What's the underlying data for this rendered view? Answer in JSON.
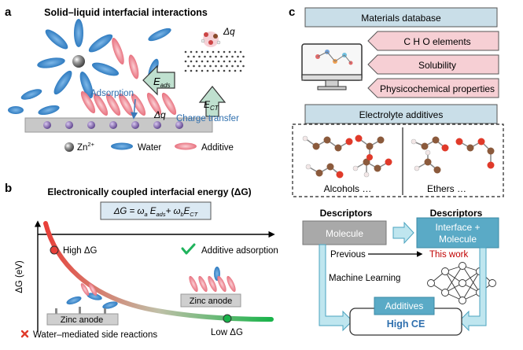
{
  "panel_a": {
    "letter": "a",
    "title": "Solid–liquid interfacial interactions",
    "delta_q_top": "Δq",
    "delta_q_bottom": "Δq",
    "adsorption_label": "Adsorption",
    "e_ads_label": "E",
    "e_ads_sub": "ads",
    "e_ct_label": "E",
    "e_ct_sub": "CT",
    "charge_transfer_label": "Charge transfer",
    "legend": {
      "zn_label": "Zn",
      "zn_sup": "2+",
      "water_label": "Water",
      "additive_label": "Additive"
    }
  },
  "panel_b": {
    "letter": "b",
    "title": "Electronically coupled interfacial energy (ΔG)",
    "equation_parts": [
      "ΔG = ω",
      "a",
      " E",
      "ads",
      "+ ω",
      "b",
      "E",
      "CT"
    ],
    "y_axis_label": "ΔG (eV)",
    "high_label": "High ΔG",
    "low_label": "Low ΔG",
    "additive_adsorption": "Additive adsorption",
    "zinc_anode_left": "Zinc anode",
    "zinc_anode_right": "Zinc anode",
    "side_reactions": "Water–mediated side reactions"
  },
  "panel_c": {
    "letter": "c",
    "materials_database": "Materials database",
    "tags": [
      "C H O  elements",
      "Solubility",
      "Physicochemical properties"
    ],
    "electrolyte_additives": "Electrolyte additives",
    "alcohols": "Alcohols …",
    "ethers": "Ethers …",
    "descriptors_left": "Descriptors",
    "descriptors_right": "Descriptors",
    "molecule_box": "Molecule",
    "interface_box_line1": "Interface +",
    "interface_box_line2": "Molecule",
    "previous": "Previous",
    "this_work": "This work",
    "machine_learning": "Machine Learning",
    "additives_box": "Additives",
    "high_ce": "High CE"
  },
  "colors": {
    "accent_blue": "#2e6fae",
    "water_blue": "#1f77c8",
    "additive_red": "#e8707c",
    "header_box": "#c9dee8",
    "tag_pink": "#f6cfd4",
    "molecule_gray": "#a9a9a9",
    "interface_blue": "#5aaac6",
    "this_work_red": "#c00000",
    "curve_start": "#e8403a",
    "curve_end": "#19b34a",
    "check_green": "#1fb35c"
  }
}
